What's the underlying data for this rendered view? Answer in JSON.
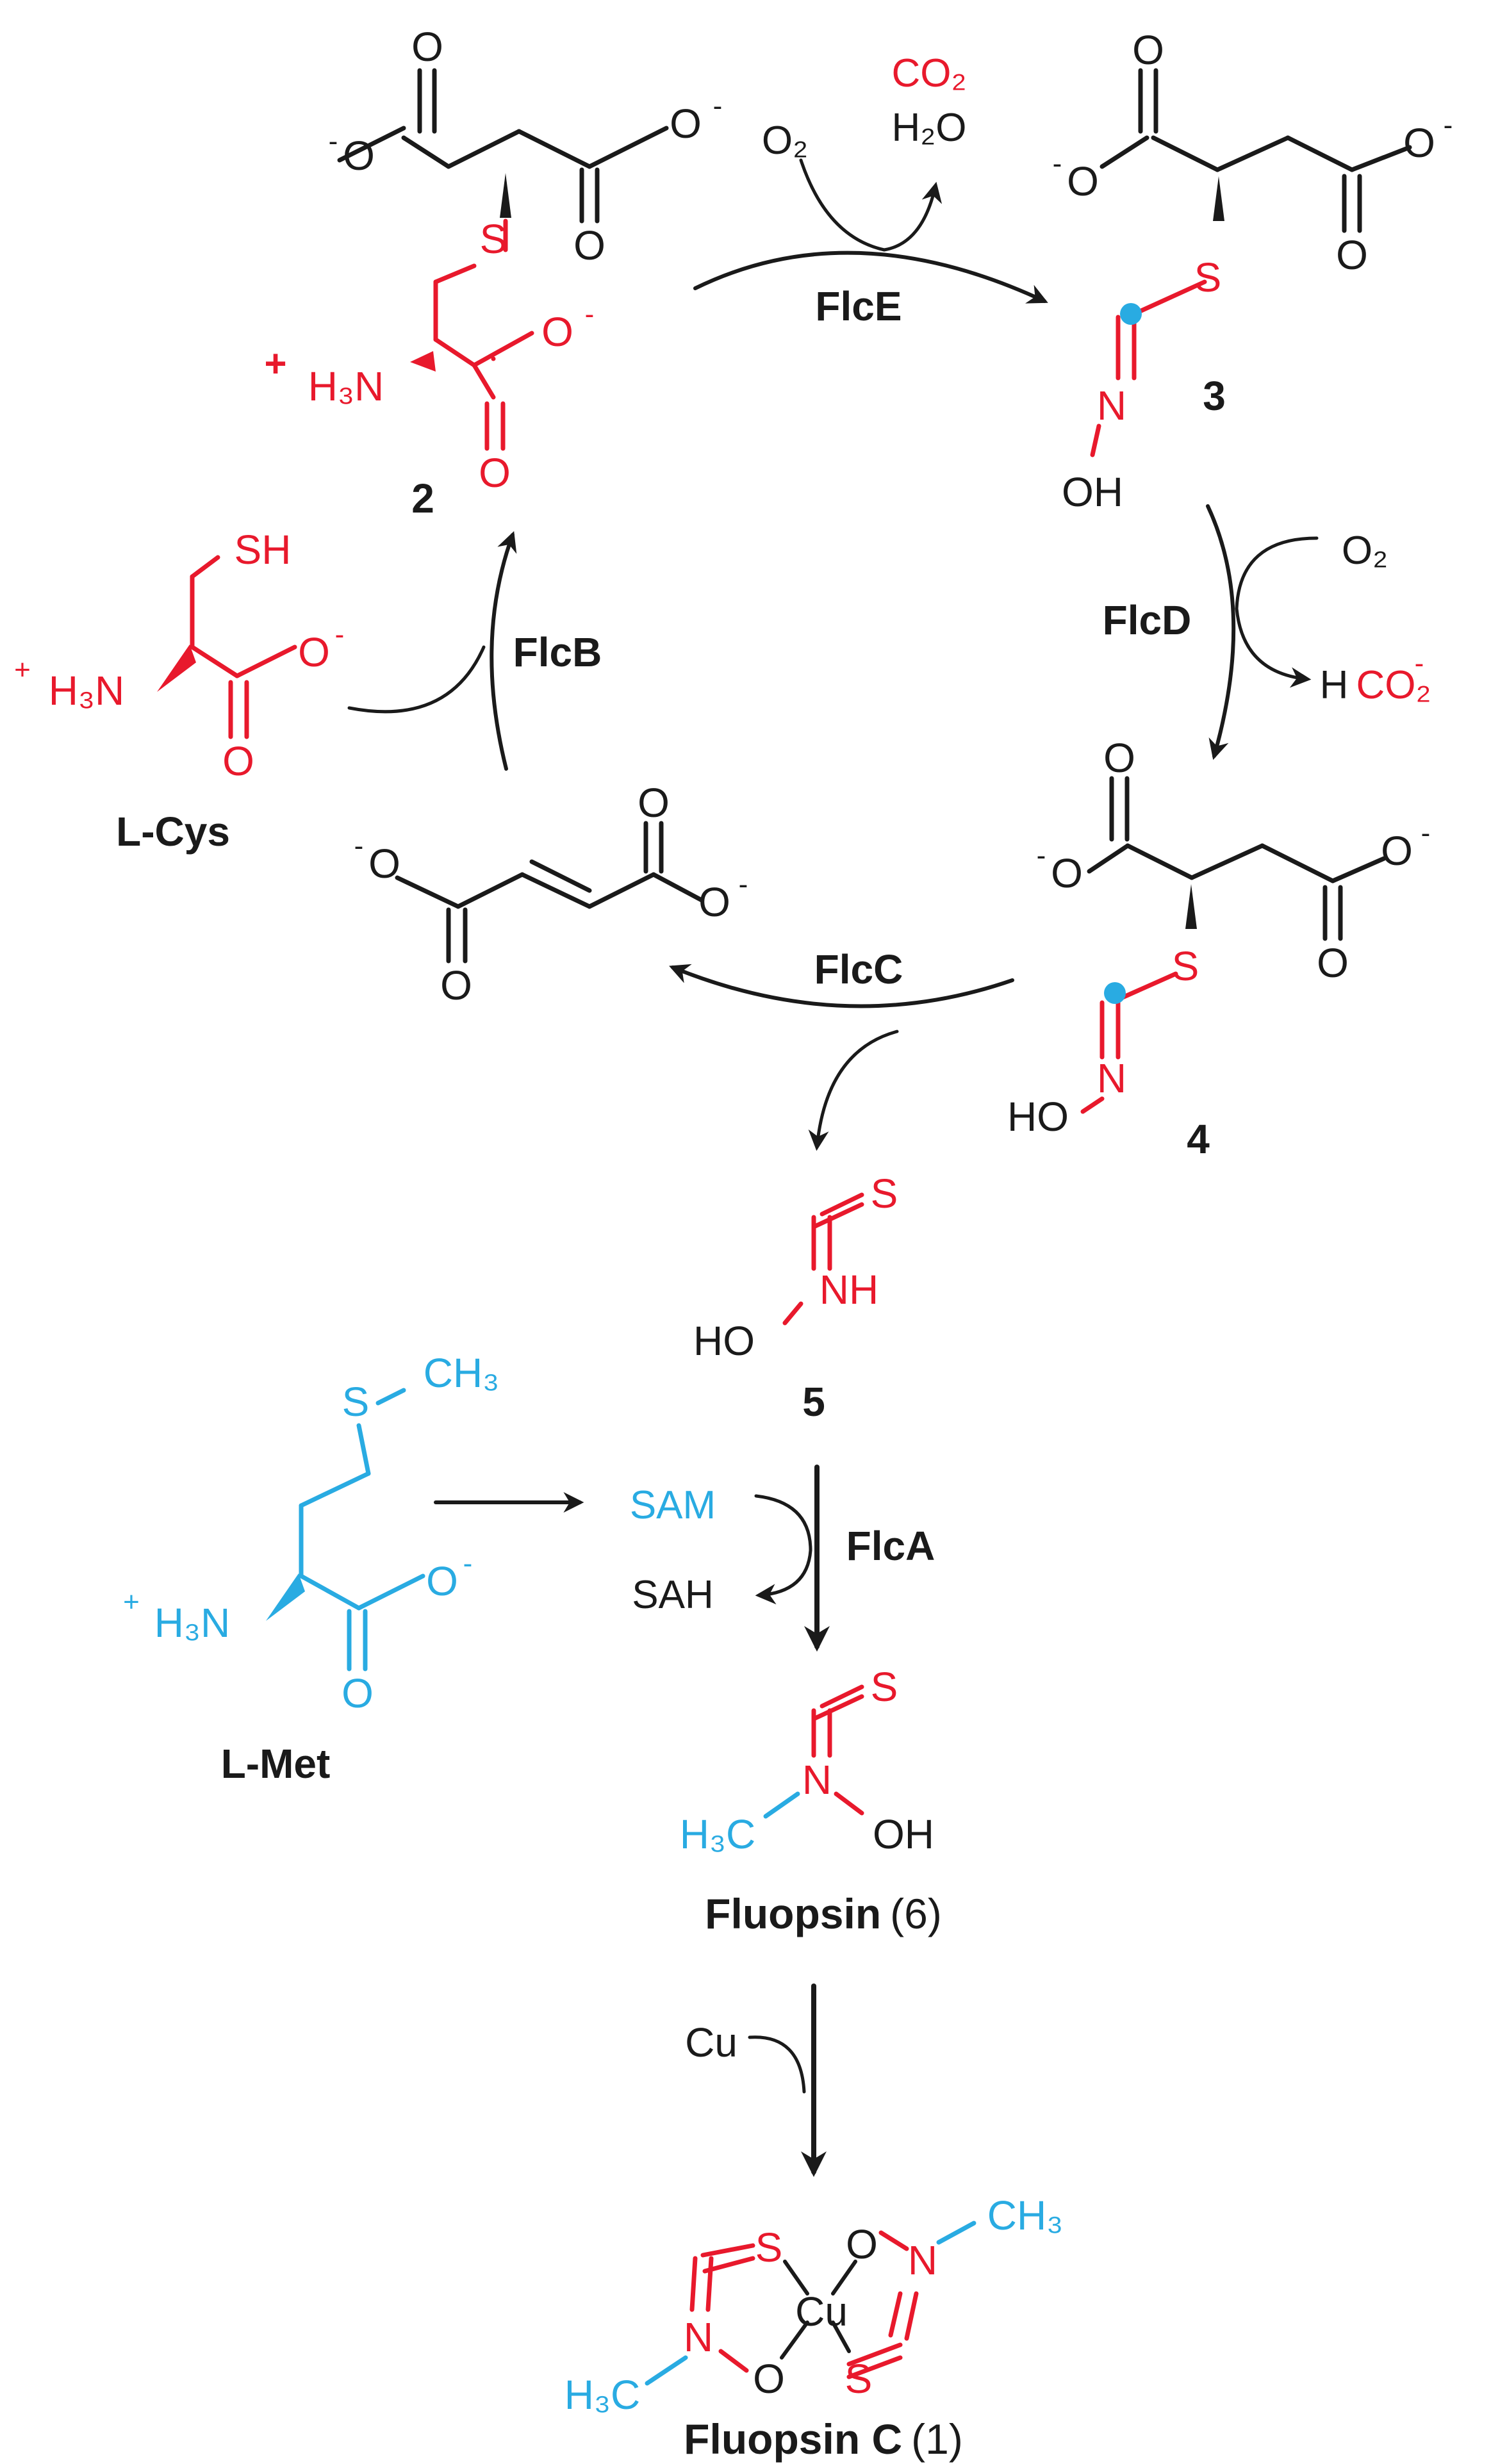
{
  "colors": {
    "black": "#1a1a1a",
    "red": "#e8192c",
    "blue": "#29abe2",
    "marker_blue": "#29abe2"
  },
  "compounds": {
    "c2": {
      "label": "2",
      "o1": "O",
      "o2": "O",
      "o3": "O",
      "o4": "O",
      "o5": "O",
      "o6": "O",
      "s": "S",
      "charge_plus": "+",
      "h3n": "H₃N",
      "minus": "-"
    },
    "c3": {
      "label": "3",
      "o1": "O",
      "o2": "O",
      "o3": "O",
      "o4": "O",
      "s": "S",
      "n": "N",
      "oh": "OH",
      "minus": "-"
    },
    "c4": {
      "label": "4",
      "o1": "O",
      "o2": "O",
      "o3": "O",
      "o4": "O",
      "s": "S",
      "n": "N",
      "ho": "HO",
      "minus": "-"
    },
    "c5": {
      "label": "5",
      "s": "S",
      "nh": "NH",
      "ho": "HO"
    },
    "fumarate": {
      "o1": "O",
      "o2": "O",
      "o3": "O",
      "o4": "O",
      "minus": "-"
    },
    "lcys": {
      "label": "L-Cys",
      "sh": "SH",
      "plus": "+",
      "h3n": "H₃N",
      "o1": "O",
      "o2": "O",
      "minus": "-"
    },
    "lmet": {
      "label": "L-Met",
      "s": "S",
      "ch3": "CH₃",
      "plus": "+",
      "h3n": "H₃N",
      "o1": "O",
      "o2": "O",
      "minus": "-"
    },
    "fluopsin": {
      "label": "Fluopsin",
      "number": "(6)",
      "s": "S",
      "n": "N",
      "h3c": "H₃C",
      "oh": "OH"
    },
    "fluopsin_c": {
      "label": "Fluopsin C",
      "number": "(1)",
      "cu": "Cu",
      "s1": "S",
      "s2": "S",
      "o1": "O",
      "o2": "O",
      "n1": "N",
      "n2": "N",
      "ch3": "CH₃",
      "h3c": "H₃C"
    }
  },
  "enzymes": {
    "flce": "FlcE",
    "flcd": "FlcD",
    "flcc": "FlcC",
    "flcb": "FlcB",
    "flca": "FlcA"
  },
  "cosubstrates": {
    "o2_e": "O₂",
    "co2": "CO₂",
    "h2o": "H₂O",
    "o2_d": "O₂",
    "hco2_h": "H",
    "hco2": "CO₂",
    "hco2_minus": "-",
    "sam": "SAM",
    "sah": "SAH",
    "cu": "Cu"
  }
}
